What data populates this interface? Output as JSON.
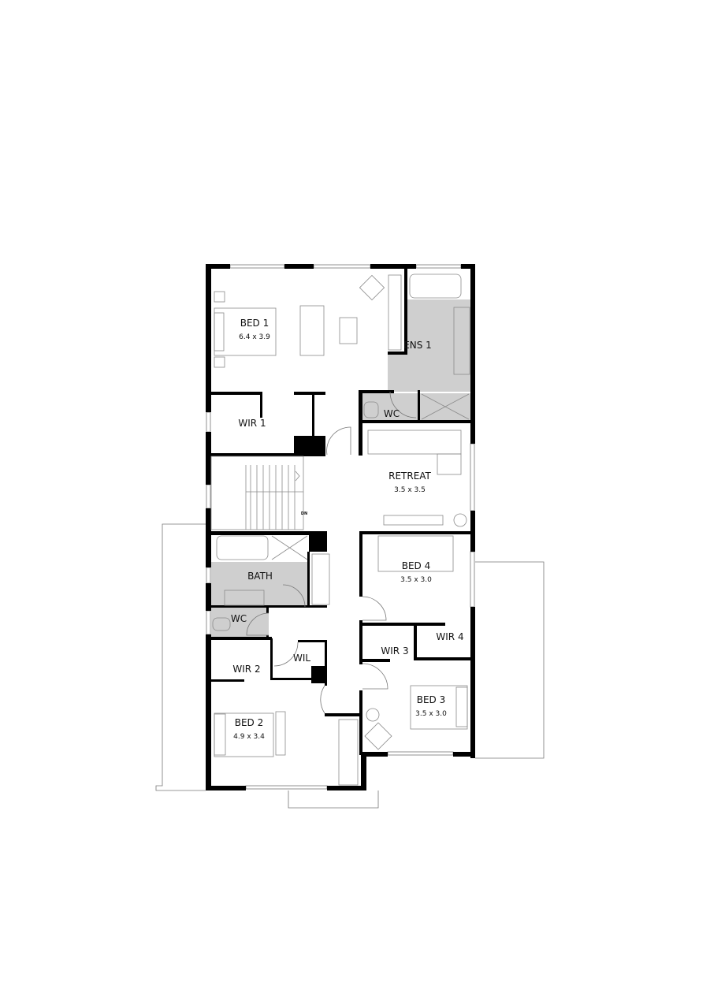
{
  "plan": {
    "rooms": [
      {
        "id": "bed1",
        "name": "BED 1",
        "size": "6.4 x 3.9"
      },
      {
        "id": "wir1",
        "name": "WIR 1"
      },
      {
        "id": "ens1",
        "name": "ENS 1"
      },
      {
        "id": "wc1",
        "name": "WC"
      },
      {
        "id": "retreat",
        "name": "RETREAT",
        "size": "3.5 x 3.5"
      },
      {
        "id": "bath",
        "name": "BATH"
      },
      {
        "id": "wc2",
        "name": "WC"
      },
      {
        "id": "wil",
        "name": "WIL"
      },
      {
        "id": "wir2",
        "name": "WIR 2"
      },
      {
        "id": "bed2",
        "name": "BED 2",
        "size": "4.9 x 3.4"
      },
      {
        "id": "bed4",
        "name": "BED 4",
        "size": "3.5 x 3.0"
      },
      {
        "id": "wir4",
        "name": "WIR 4"
      },
      {
        "id": "wir3",
        "name": "WIR 3"
      },
      {
        "id": "bed3",
        "name": "BED 3",
        "size": "3.5 x 3.0"
      }
    ],
    "stair_label": "DN",
    "colors": {
      "wall": "#000000",
      "wet_area": "#cfcfcf",
      "fixture_line": "#8a8a8a"
    }
  }
}
